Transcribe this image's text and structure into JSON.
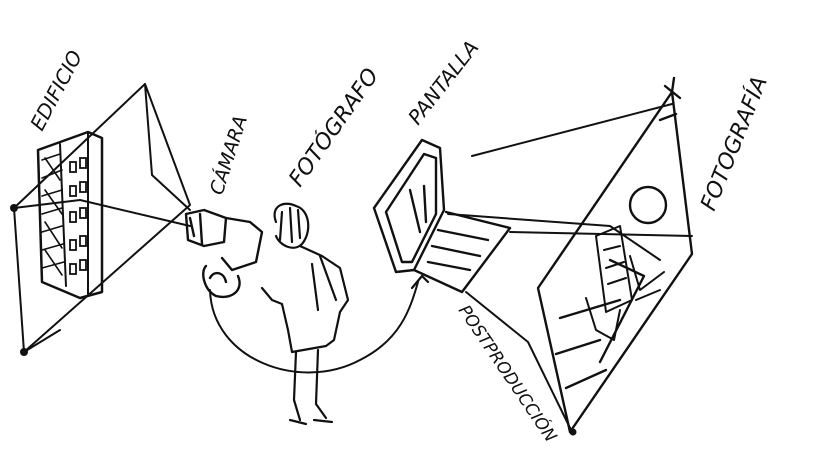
{
  "labels": {
    "building": "EDIFICIO",
    "camera": "CÁMARA",
    "photographer": "FOTÓGRAFO",
    "screen": "PANTALLA",
    "photo": "FOTOGRAFÍA",
    "postproduction": "POSTPRODUCCIÓN"
  },
  "colors": {
    "ink": "#111111",
    "paper": "#ffffff"
  }
}
